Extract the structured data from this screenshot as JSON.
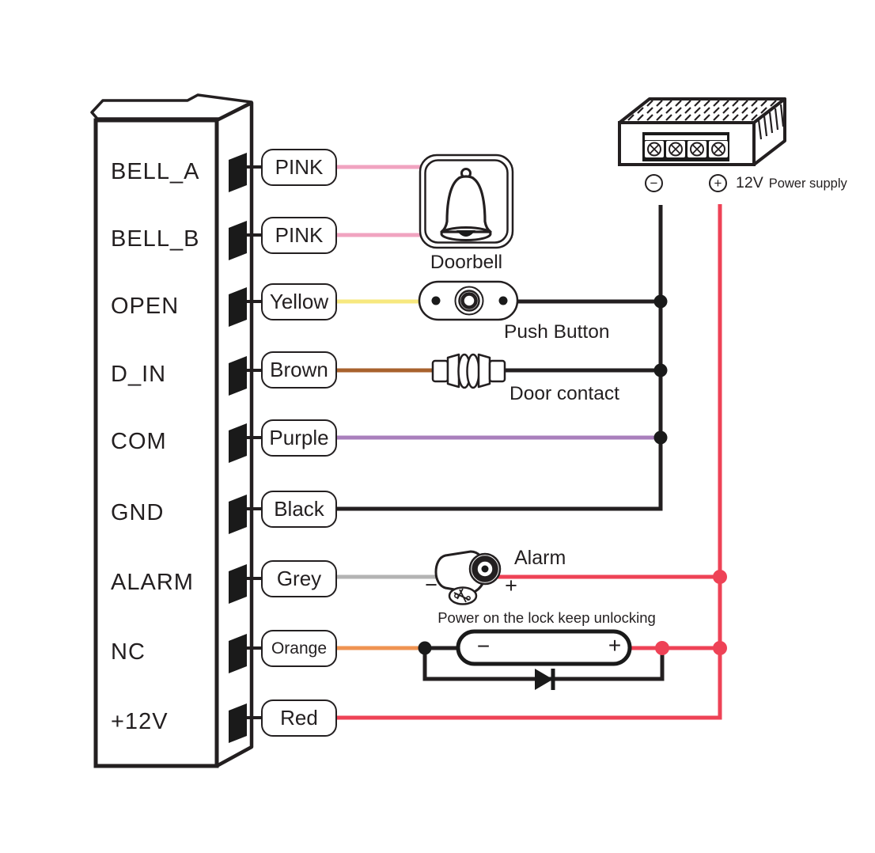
{
  "colors": {
    "outline": "#231f20",
    "pink": "#f0a3c0",
    "yellow": "#f7e87f",
    "brown": "#a8622d",
    "purple": "#a97fbc",
    "black_wire": "#231f20",
    "grey": "#b3b3b3",
    "orange": "#ef9352",
    "red": "#ee4256"
  },
  "terminals": [
    {
      "label": "BELL_A",
      "wire": "PINK"
    },
    {
      "label": "BELL_B",
      "wire": "PINK"
    },
    {
      "label": "OPEN",
      "wire": "Yellow"
    },
    {
      "label": "D_IN",
      "wire": "Brown"
    },
    {
      "label": "COM",
      "wire": "Purple"
    },
    {
      "label": "GND",
      "wire": "Black"
    },
    {
      "label": "ALARM",
      "wire": "Grey"
    },
    {
      "label": "NC",
      "wire": "Orange"
    },
    {
      "label": "+12V",
      "wire": "Red"
    }
  ],
  "components": {
    "doorbell": "Doorbell",
    "push_button": "Push Button",
    "door_contact": "Door contact",
    "alarm": "Alarm",
    "lock_note": "Power on the lock keep unlocking",
    "power_supply": {
      "volt": "12V",
      "name": "Power supply"
    },
    "signs": {
      "minus": "−",
      "plus": "+"
    }
  }
}
